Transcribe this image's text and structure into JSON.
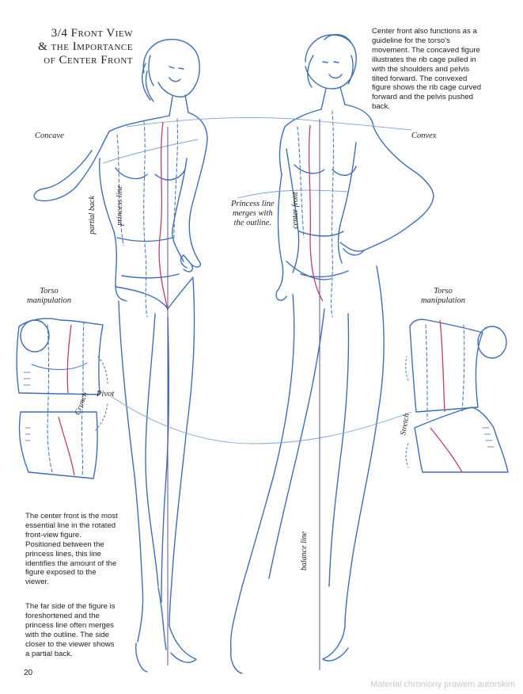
{
  "title": {
    "line1": "3/4 Front View",
    "line2": "& the Importance",
    "line3": "of Center Front"
  },
  "intro_text": "Center front also functions as a guideline for the torso's movement. The concaved figure illustrates the rib cage pulled in with the shoulders and pelvis tilted forward. The convexed figure shows the rib cage curved forward and the pelvis pushed back.",
  "labels": {
    "concave": "Concave",
    "convex": "Convex",
    "partial_back": "partial back",
    "princess_line": "princess line",
    "center_front": "center front",
    "princess_merges_1": "Princess line",
    "princess_merges_2": "merges with",
    "princess_merges_3": "the outline.",
    "torso_left_1": "Torso",
    "torso_left_2": "manipulation",
    "torso_right_1": "Torso",
    "torso_right_2": "manipulation",
    "pivot": "Pivot",
    "crunch": "Crunch",
    "stretch": "Stretch",
    "balance_line": "balance line"
  },
  "body_text_1": "The center front is the most essential line in the rotated front-view figure. Positioned between the princess lines, this line identifies the amount of the figure exposed to the viewer.",
  "body_text_2": "The far side of the figure is foreshortened and the princess line often merges with the outline. The side closer to the viewer shows a partial back.",
  "page_number": "20",
  "watermark": "Materiał chroniony prawem autorskim",
  "colors": {
    "sketch_blue": "#3f6fb0",
    "light_blue": "#7fa3d3",
    "center_line": "#c23a78",
    "balance_line": "#5a4fa8"
  }
}
